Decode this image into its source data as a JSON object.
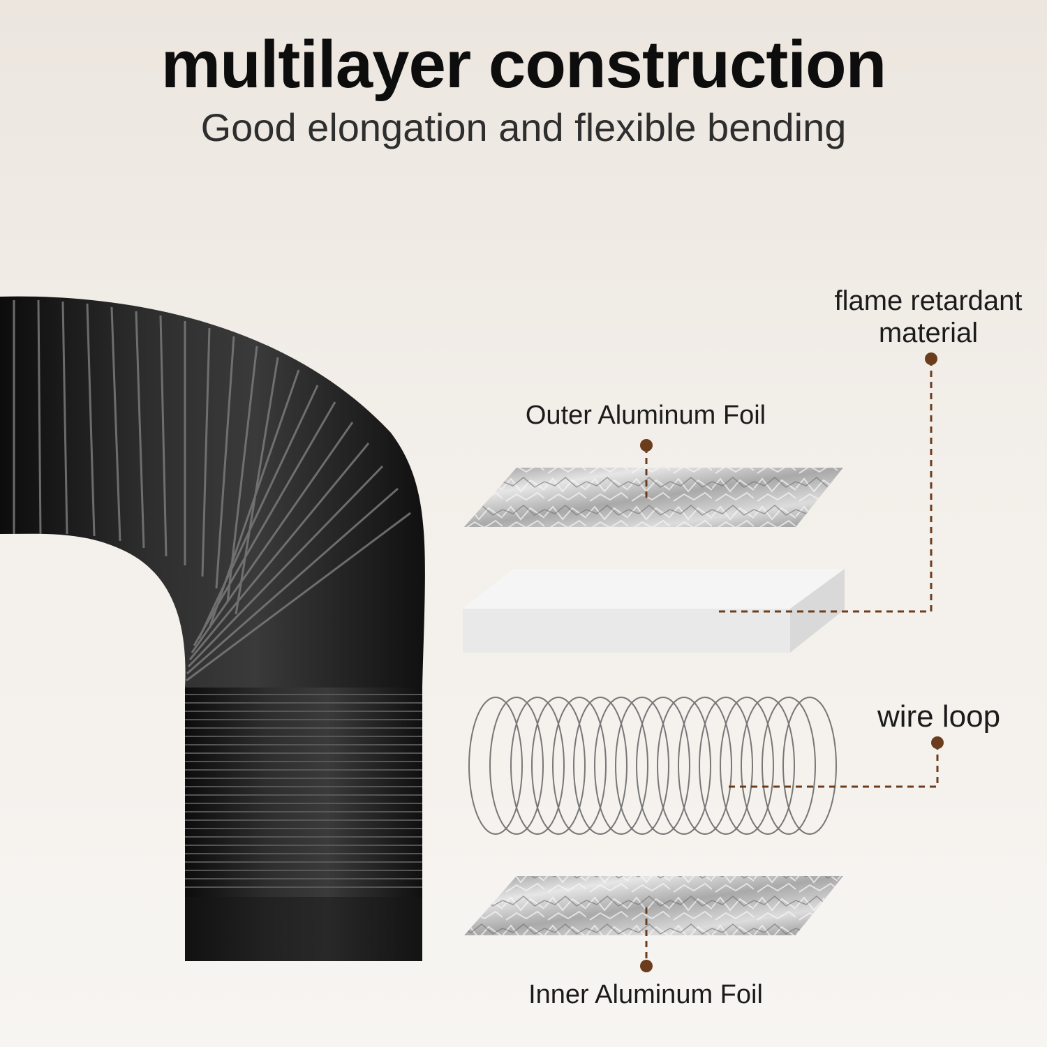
{
  "header": {
    "title": "multilayer construction",
    "subtitle": "Good elongation and flexible bending"
  },
  "layers": {
    "flame_retardant": {
      "line1": "flame retardant",
      "line2": "material"
    },
    "outer_foil": "Outer Aluminum Foil",
    "wire_loop": "wire loop",
    "inner_foil": "Inner Aluminum Foil"
  },
  "colors": {
    "callout": "#6b3d1c",
    "hose": "#1c1c1c",
    "foil": "#c9c9c9"
  }
}
